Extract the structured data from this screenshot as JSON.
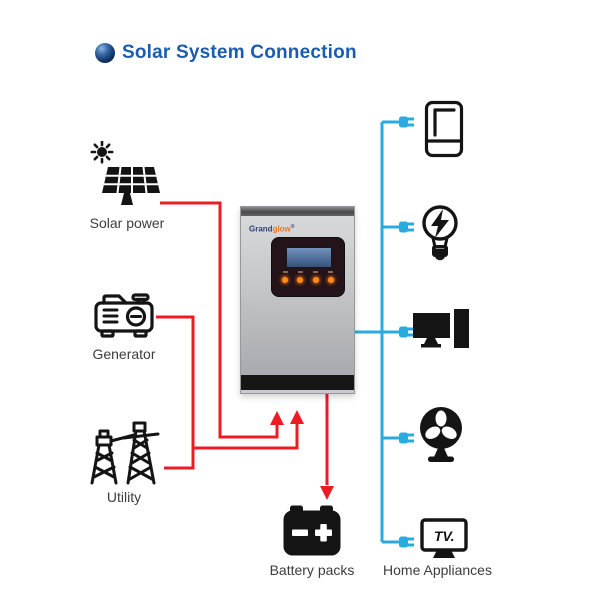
{
  "title": {
    "text": "Solar System Connection"
  },
  "sources": [
    {
      "label": "Solar power"
    },
    {
      "label": "Generator"
    },
    {
      "label": "Utility"
    }
  ],
  "inverter": {
    "brand_prefix": "Grand",
    "brand_suffix": "glow",
    "trademark": "®"
  },
  "storage": {
    "label": "Battery packs"
  },
  "loads": {
    "label": "Home Appliances",
    "tv_text": "TV.",
    "items": [
      "refrigerator",
      "light-bulb",
      "computer",
      "fan",
      "tv"
    ]
  },
  "colors": {
    "source_line_red": "#ec1b24",
    "load_line_blue": "#29abe2",
    "title_blue": "#1c5cb0",
    "icon_black": "#141414",
    "label_gray": "#3d3d3d",
    "lcd_blue": "#33527e",
    "led_orange": "#ff8c1a",
    "logo_navy": "#31416f",
    "logo_orange": "#ee7623"
  }
}
